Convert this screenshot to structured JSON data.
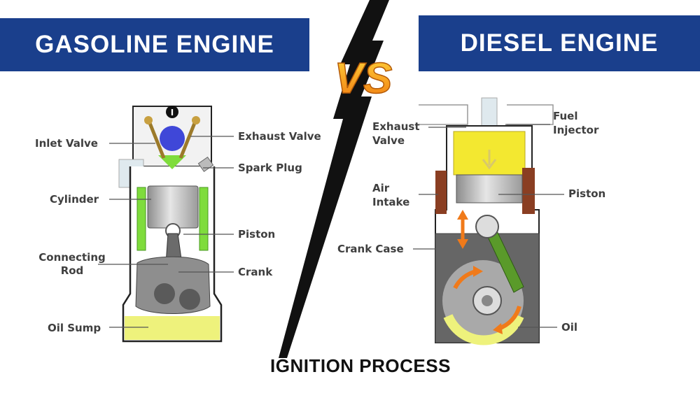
{
  "colors": {
    "banner": "#1a3f8c",
    "label_text": "#3f3f3f",
    "coolant_green": "#7fdc3c",
    "fuel_yellow": "#f3e830",
    "oil_yellow": "#eef27c",
    "intake_brown": "#8a3e22",
    "arrow_orange": "#f07a1a",
    "vs_orange": "#f5a31c"
  },
  "gasoline": {
    "title": "GASOLINE ENGINE",
    "stroke_marker": "I",
    "labels": {
      "inlet_valve": "Inlet Valve",
      "cylinder": "Cylinder",
      "connecting_rod": "Connecting\nRod",
      "oil_sump": "Oil Sump",
      "exhaust_valve": "Exhaust Valve",
      "spark_plug": "Spark Plug",
      "piston": "Piston",
      "crank": "Crank"
    }
  },
  "diesel": {
    "title": "DIESEL ENGINE",
    "labels": {
      "exhaust_valve": "Exhaust\nValve",
      "air_intake": "Air\nIntake",
      "crank_case": "Crank Case",
      "fuel_injector": "Fuel\nInjector",
      "piston": "Piston",
      "oil": "Oil"
    }
  },
  "vs_text": "VS",
  "caption": "IGNITION PROCESS"
}
